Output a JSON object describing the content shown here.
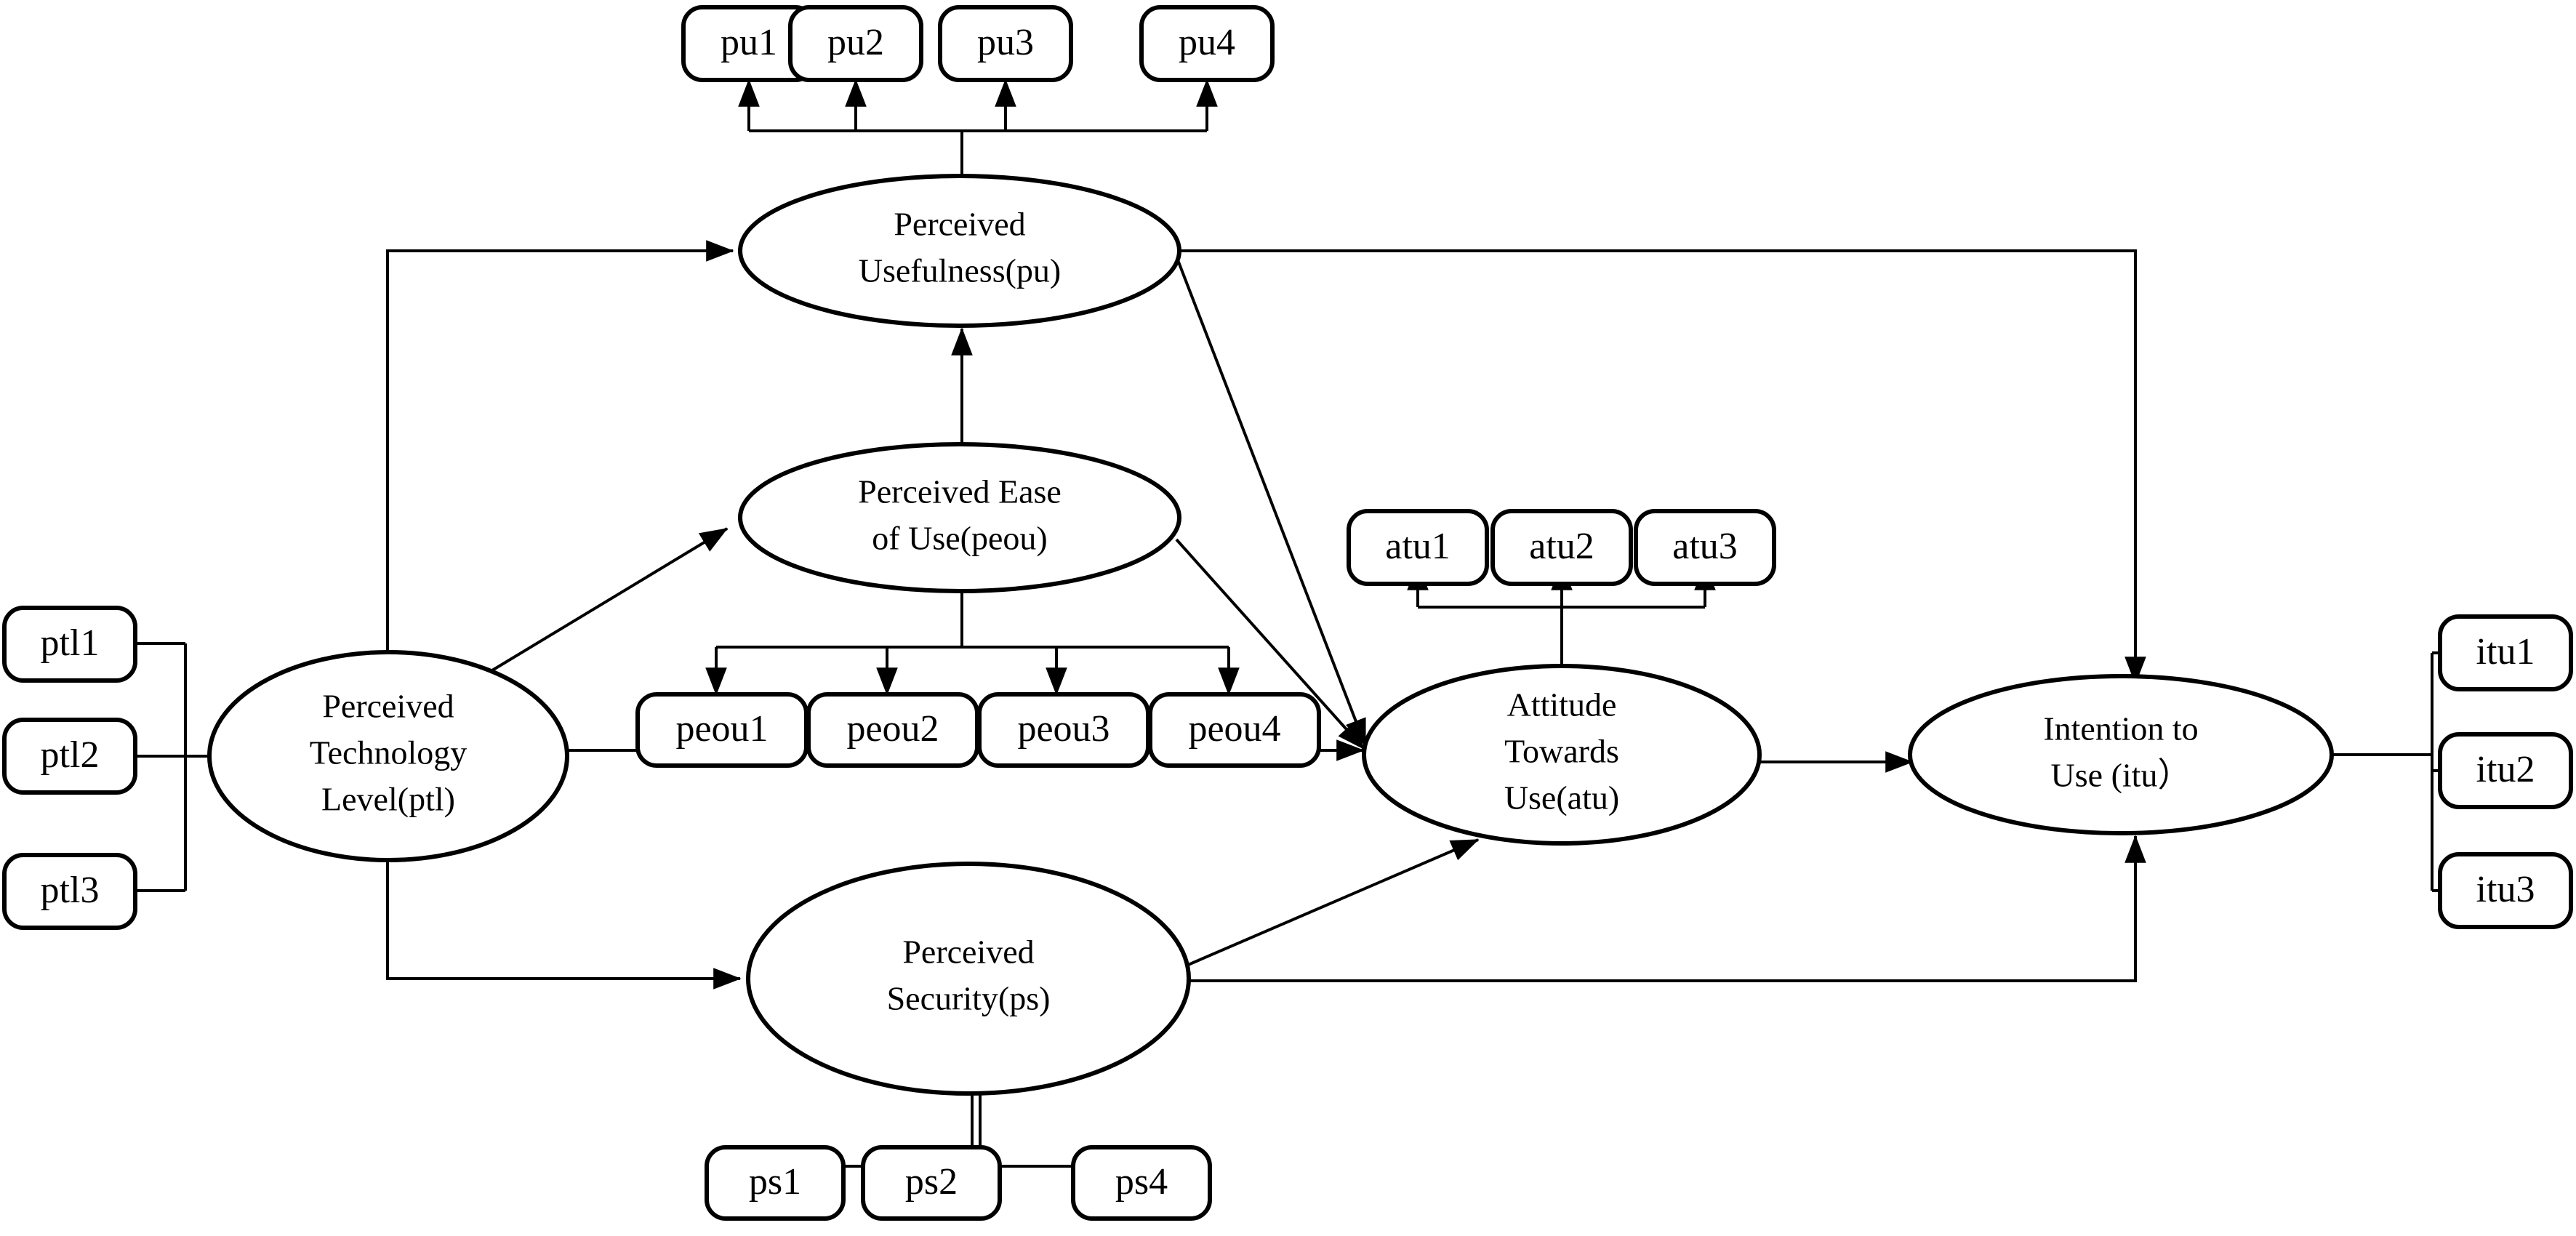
{
  "diagram": {
    "title": "Technology Acceptance Model (TAM) path diagram",
    "stroke_color": "#000000",
    "fill_color": "#ffffff",
    "latents": [
      {
        "id": "pu",
        "label_lines": [
          "Perceived",
          "Usefulness(pu)"
        ]
      },
      {
        "id": "peou",
        "label_lines": [
          "Perceived Ease",
          "of Use(peou)"
        ]
      },
      {
        "id": "ptl",
        "label_lines": [
          "Perceived",
          "Technology",
          "Level(ptl)"
        ]
      },
      {
        "id": "ps",
        "label_lines": [
          "Perceived",
          "Security(ps)"
        ]
      },
      {
        "id": "atu",
        "label_lines": [
          "Attitude",
          "Towards",
          "Use(atu)"
        ]
      },
      {
        "id": "itu",
        "label_lines": [
          "Intention to",
          "Use (itu）"
        ]
      }
    ],
    "indicators": {
      "pu": [
        "pu1",
        "pu2",
        "pu3",
        "pu4"
      ],
      "peou": [
        "peou1",
        "peou2",
        "peou3",
        "peou4"
      ],
      "ptl": [
        "ptl1",
        "ptl2",
        "ptl3"
      ],
      "ps": [
        "ps1",
        "ps2",
        "ps4"
      ],
      "atu": [
        "atu1",
        "atu2",
        "atu3"
      ],
      "itu": [
        "itu1",
        "itu2",
        "itu3"
      ]
    },
    "structural_paths": [
      {
        "from": "ptl",
        "to": "pu"
      },
      {
        "from": "ptl",
        "to": "peou"
      },
      {
        "from": "ptl",
        "to": "atu"
      },
      {
        "from": "ptl",
        "to": "ps"
      },
      {
        "from": "peou",
        "to": "pu"
      },
      {
        "from": "peou",
        "to": "atu"
      },
      {
        "from": "pu",
        "to": "atu"
      },
      {
        "from": "pu",
        "to": "itu"
      },
      {
        "from": "ps",
        "to": "atu"
      },
      {
        "from": "ps",
        "to": "itu"
      },
      {
        "from": "atu",
        "to": "itu"
      }
    ]
  }
}
